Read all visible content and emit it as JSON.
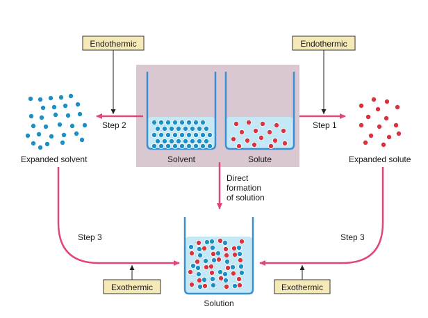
{
  "colors": {
    "pink": "#e0457b",
    "solvent": "#1c8fc7",
    "solute": "#d9333f",
    "water": "#c4e8f6",
    "beaker": "#3b8fd0",
    "panel": "#d9c7d1",
    "box_fill": "#f6e9b8"
  },
  "energy": {
    "endo_left": "Endothermic",
    "endo_right": "Endothermic",
    "exo_left": "Exothermic",
    "exo_right": "Exothermic"
  },
  "steps": {
    "step2": "Step 2",
    "step1": "Step 1",
    "step3_left": "Step 3",
    "step3_right": "Step 3"
  },
  "labels": {
    "expanded_solvent": "Expanded solvent",
    "expanded_solute": "Expanded solute",
    "solvent": "Solvent",
    "solute": "Solute",
    "solution": "Solution",
    "direct": [
      "Direct",
      "formation",
      "of solution"
    ]
  },
  "icons": [
    "solvent-particle-icon",
    "solute-particle-icon",
    "beaker-icon"
  ]
}
